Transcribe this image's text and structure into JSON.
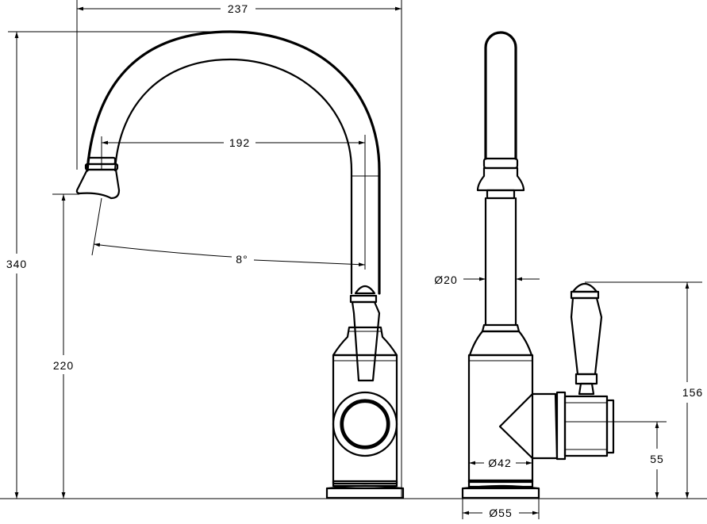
{
  "dimensions": {
    "overall_width": "237",
    "spout_reach": "192",
    "spout_angle": "8°",
    "overall_height": "340",
    "spout_height": "220",
    "spout_diameter": "Ø20",
    "body_diameter": "Ø42",
    "base_diameter": "Ø55",
    "handle_height": "156",
    "handle_axis_height": "55"
  }
}
